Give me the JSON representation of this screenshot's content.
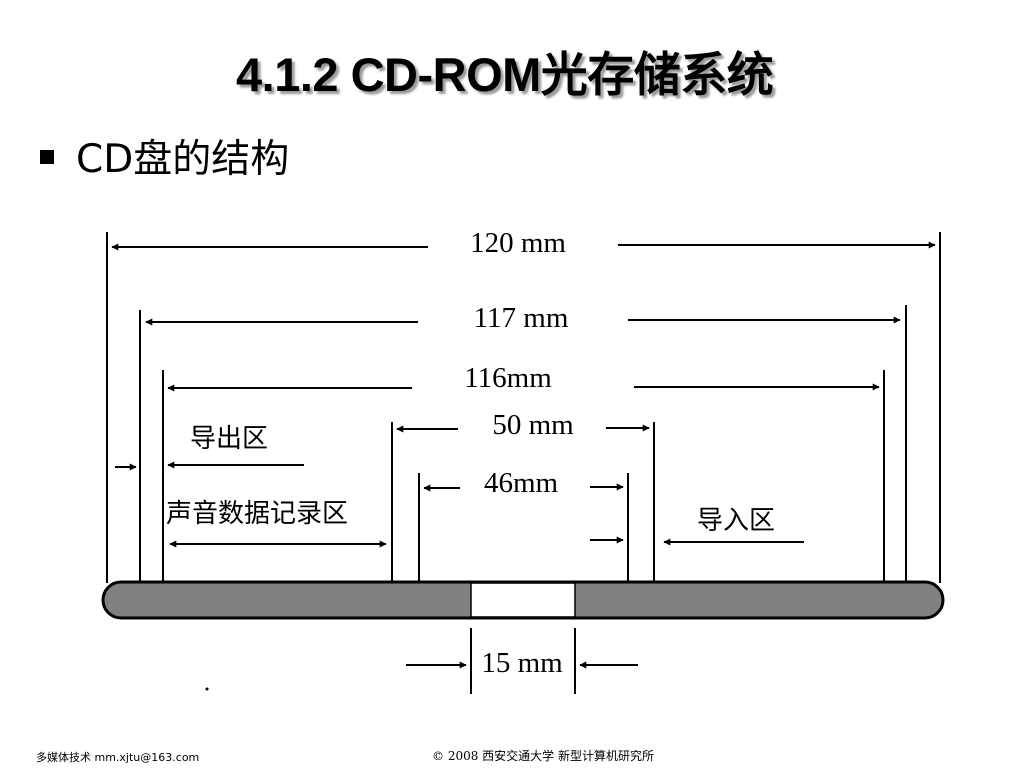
{
  "slide": {
    "title": "4.1.2 CD-ROM光存储系统",
    "bullet_text": "CD盘的结构"
  },
  "diagram": {
    "dimensions": {
      "d120": "120 mm",
      "d117": "117 mm",
      "d116": "116mm",
      "d50": "50 mm",
      "d46": "46mm",
      "d15": "15 mm"
    },
    "zones": {
      "lead_out": "导出区",
      "audio_data": "声音数据记录区",
      "lead_in": "导入区"
    },
    "colors": {
      "disc_fill": "#808080",
      "hole_fill": "#ffffff",
      "line": "#000000"
    }
  },
  "footer": {
    "left": "多媒体技术  mm.xjtu@163.com",
    "right": "©  2008  西安交通大学 新型计算机研究所"
  }
}
